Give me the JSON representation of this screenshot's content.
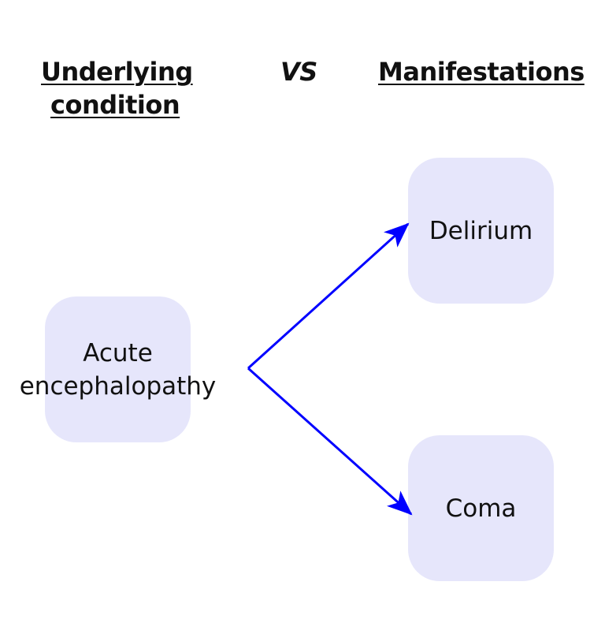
{
  "headings": {
    "left_line1": "Underlying",
    "left_line2": "condition",
    "vs": "VS",
    "right": "Manifestations"
  },
  "nodes": {
    "source": {
      "label_line1": "Acute",
      "label_line2": "encephalopathy"
    },
    "target_top": {
      "label": "Delirium"
    },
    "target_bottom": {
      "label": "Coma"
    }
  },
  "edges": [
    {
      "from": "Acute encephalopathy",
      "to": "Delirium"
    },
    {
      "from": "Acute encephalopathy",
      "to": "Coma"
    }
  ],
  "colors": {
    "box_fill": "#e6e6fb",
    "arrow": "#0000ff",
    "text": "#111111"
  }
}
